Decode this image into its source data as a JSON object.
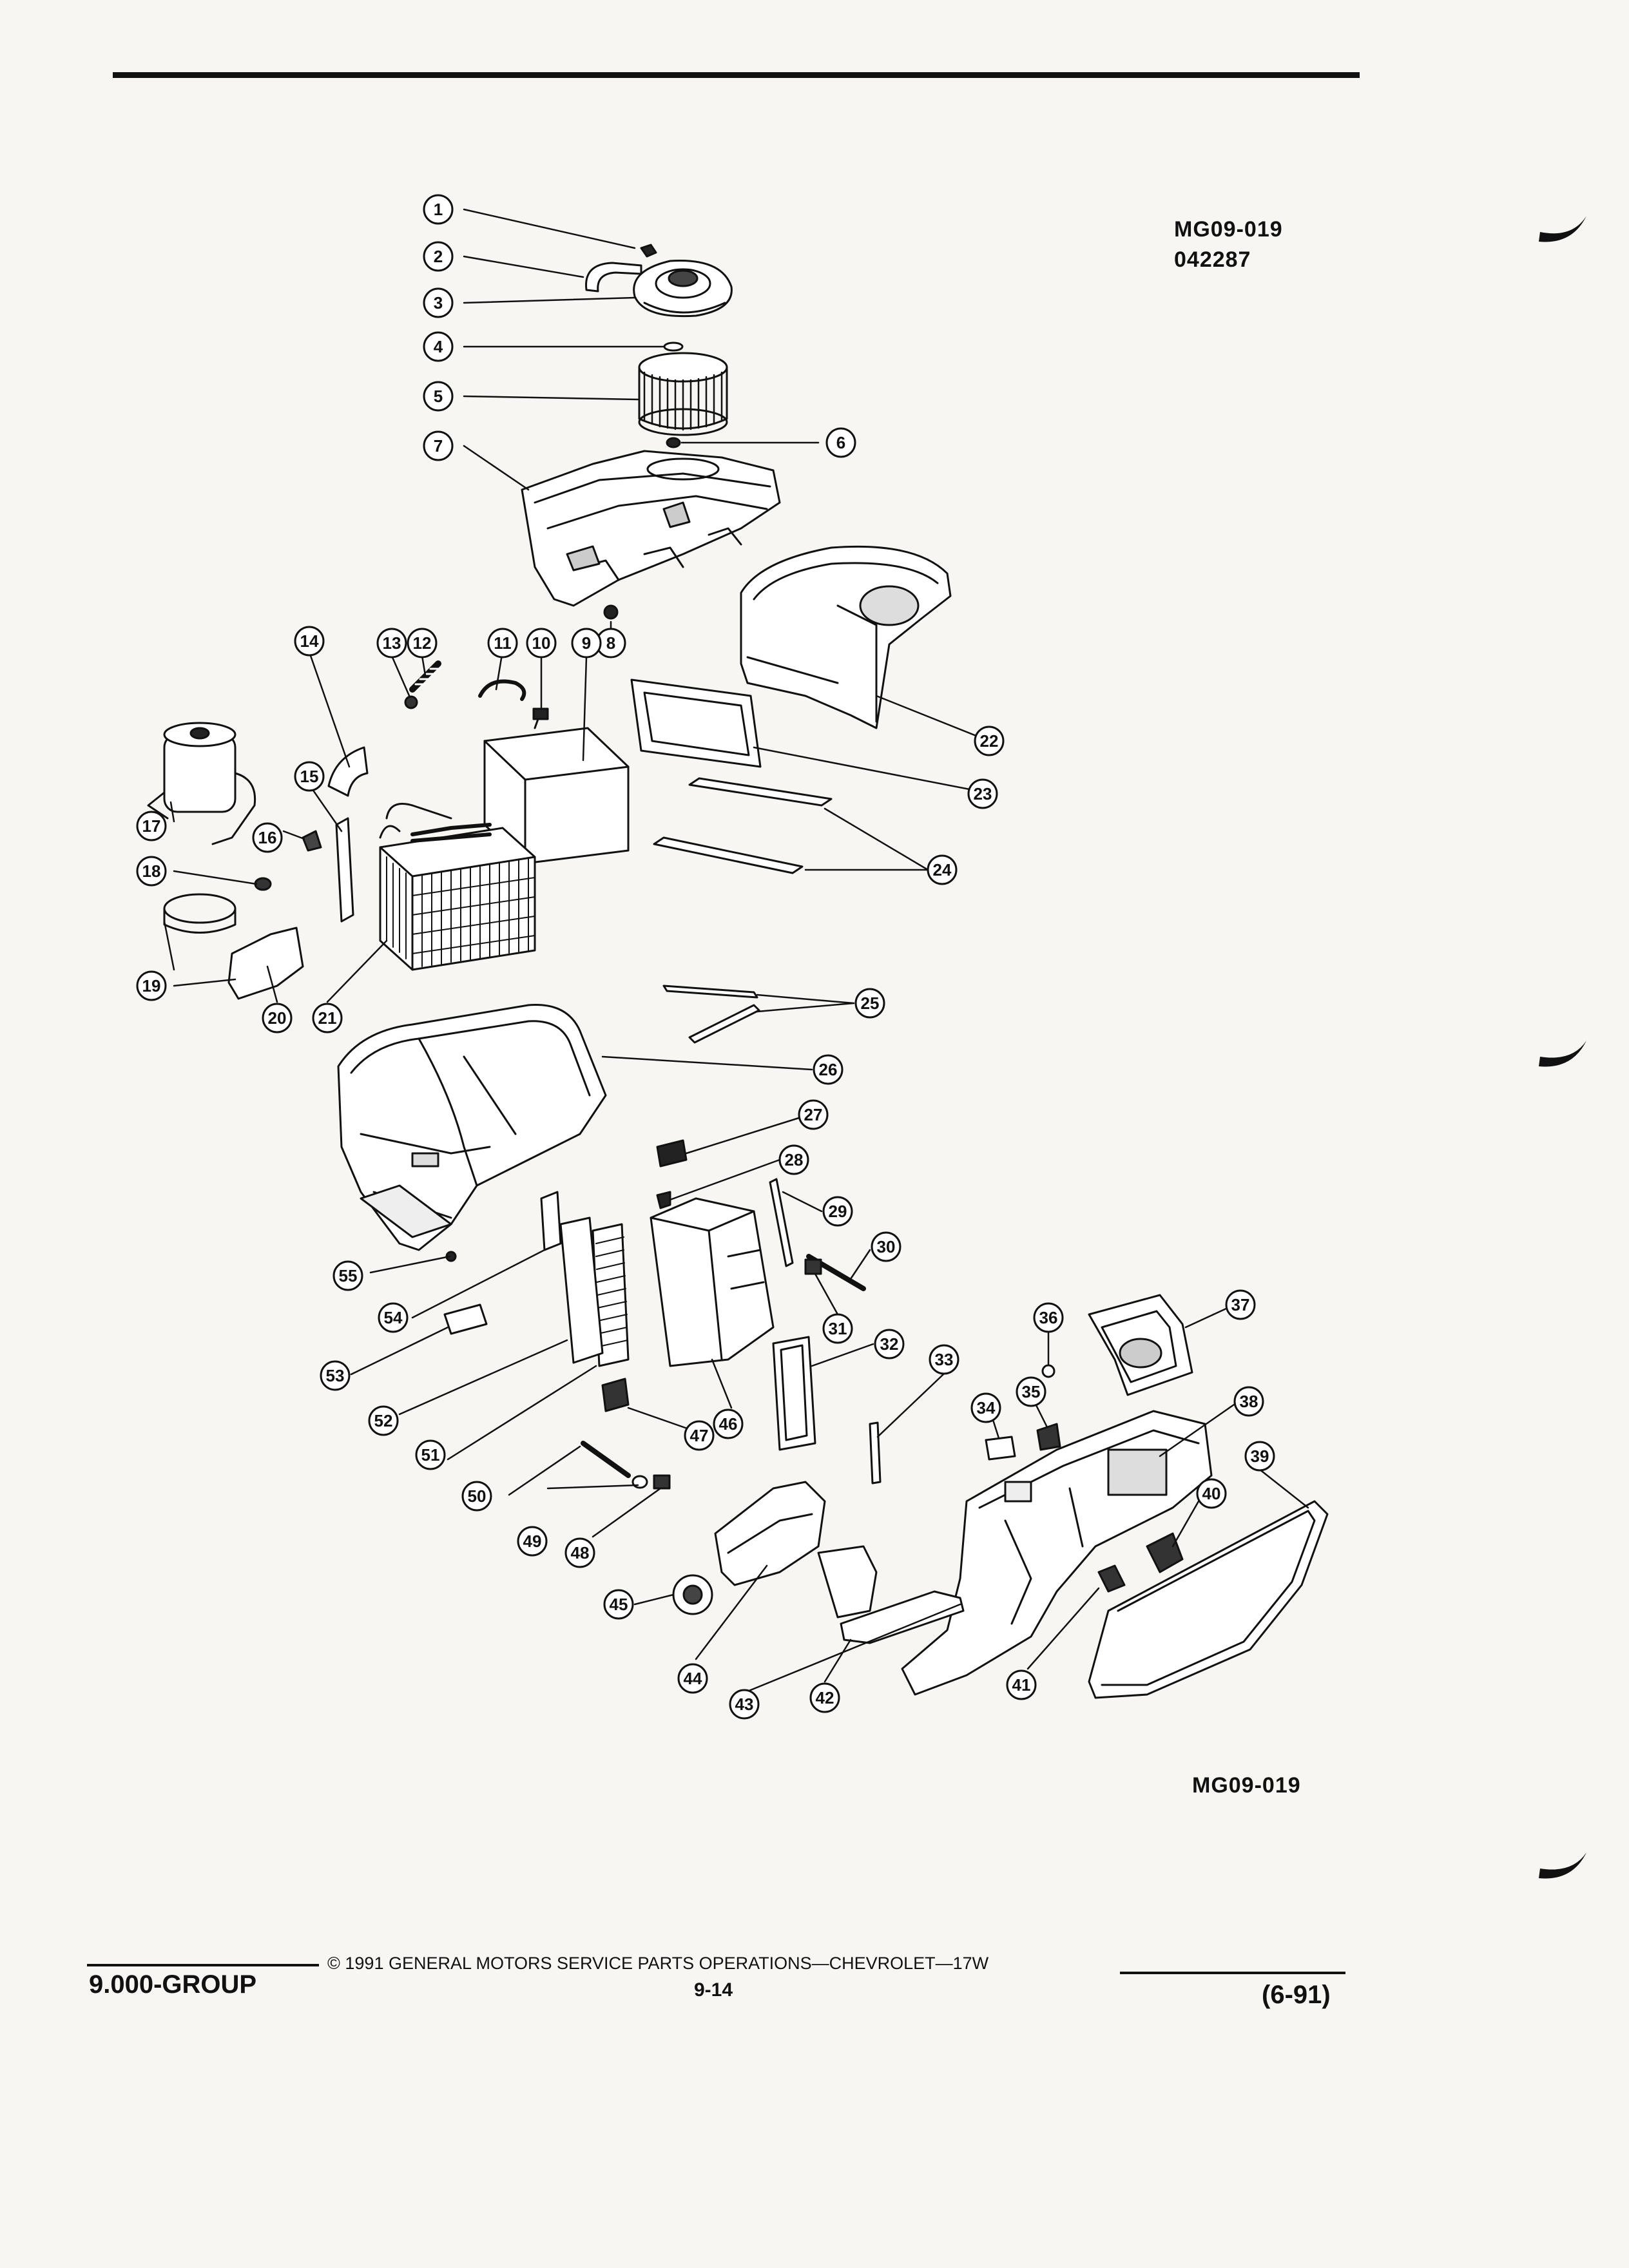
{
  "header": {
    "drawing_code": "MG09-019",
    "drawing_date": "042287"
  },
  "figure": {
    "caption_code": "MG09-019",
    "callouts": [
      "1",
      "2",
      "3",
      "4",
      "5",
      "6",
      "7",
      "8",
      "9",
      "10",
      "11",
      "12",
      "13",
      "14",
      "15",
      "16",
      "17",
      "18",
      "19",
      "20",
      "21",
      "22",
      "23",
      "24",
      "25",
      "26",
      "27",
      "28",
      "29",
      "30",
      "31",
      "32",
      "33",
      "34",
      "35",
      "36",
      "37",
      "38",
      "39",
      "40",
      "41",
      "42",
      "43",
      "44",
      "45",
      "46",
      "47",
      "48",
      "49",
      "50",
      "51",
      "52",
      "53",
      "54",
      "55"
    ]
  },
  "footer": {
    "group": "9.000-GROUP",
    "copyright": "© 1991 GENERAL MOTORS SERVICE PARTS OPERATIONS—CHEVROLET—17W",
    "page_number": "9-14",
    "revision": "(6-91)"
  },
  "colors": {
    "ink": "#111111",
    "paper": "#f7f6f2"
  }
}
